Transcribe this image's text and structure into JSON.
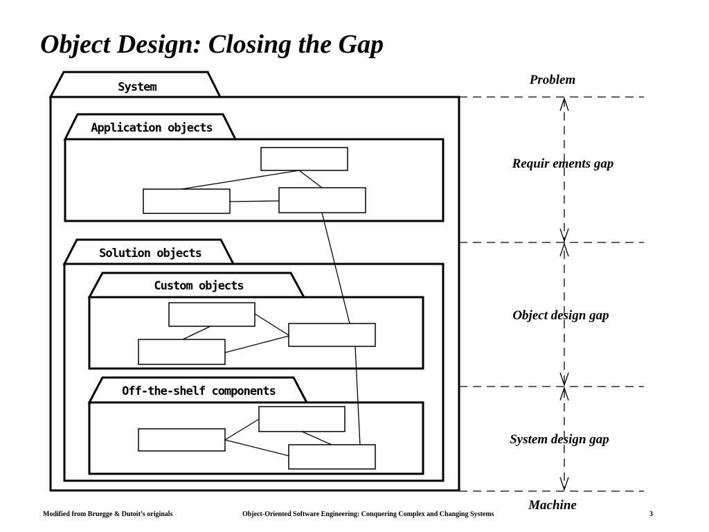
{
  "title": "Object Design: Closing the Gap",
  "packages": {
    "system": "System",
    "application_objects": "Application objects",
    "solution_objects": "Solution objects",
    "custom_objects": "Custom objects",
    "off_the_shelf": "Off-the-shelf components"
  },
  "gap_labels": {
    "problem": "Problem",
    "requirements_gap": "Requir ements gap",
    "object_design_gap": "Object design gap",
    "system_design_gap": "System design gap",
    "machine": "Machine"
  },
  "footer": {
    "left": "Modified from Bruegge & Dutoit’s originals",
    "center": "Object-Oriented Software Engineering: Conquering Complex and Changing Systems",
    "page_number": "3"
  }
}
